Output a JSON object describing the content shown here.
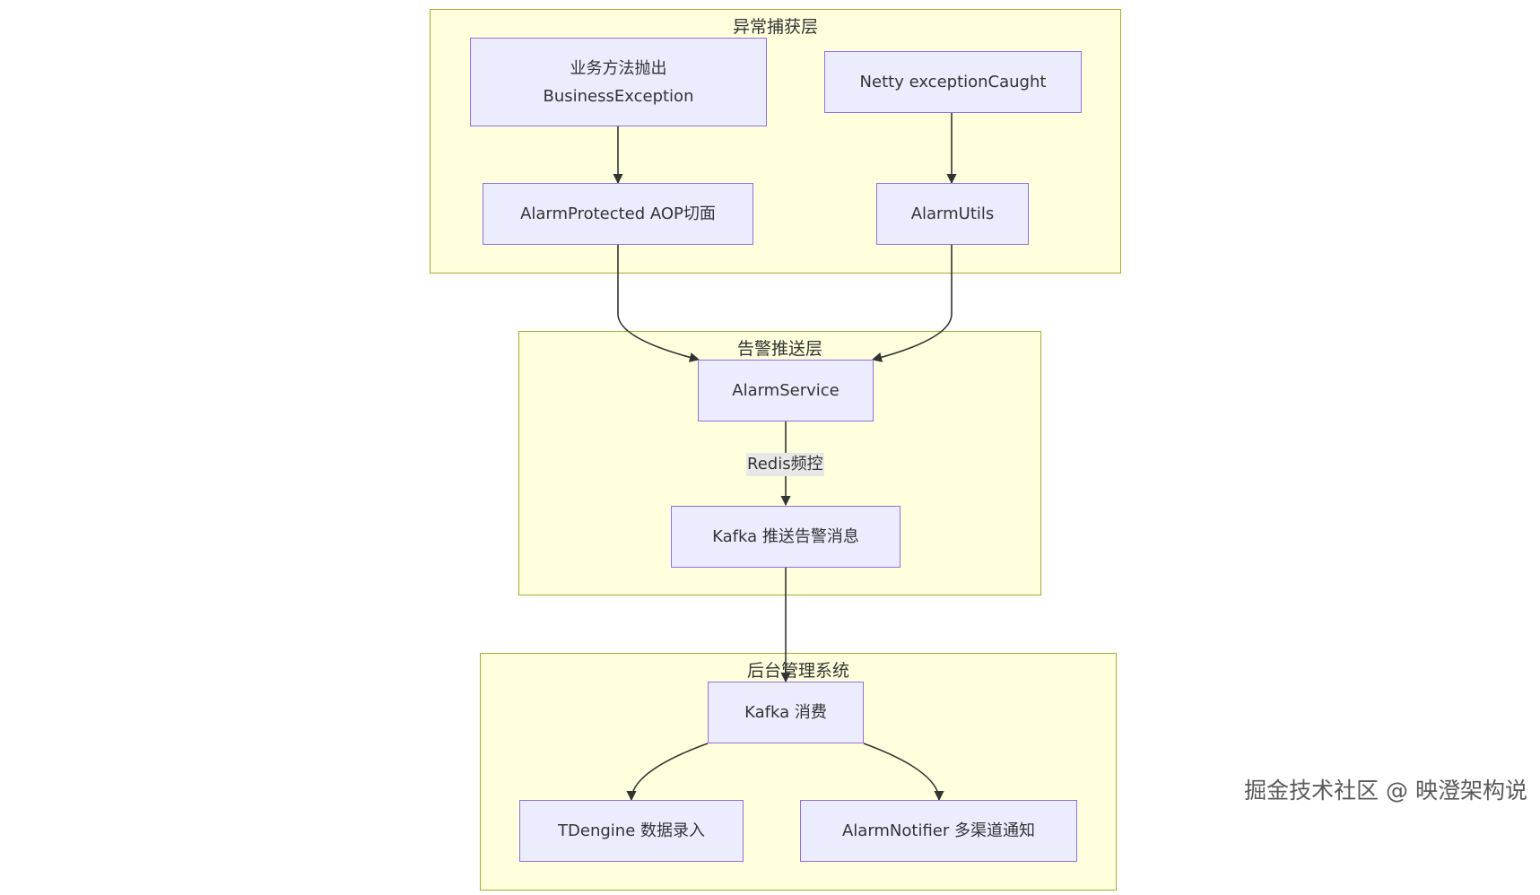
{
  "clusters": {
    "capture": {
      "title": "异常捕获层"
    },
    "push": {
      "title": "告警推送层"
    },
    "backend": {
      "title": "后台管理系统"
    }
  },
  "nodes": {
    "business_exception": {
      "line1": "业务方法抛出",
      "line2": "BusinessException"
    },
    "netty_exception": {
      "label": "Netty exceptionCaught"
    },
    "alarm_aop": {
      "label": "AlarmProtected AOP切面"
    },
    "alarm_utils": {
      "label": "AlarmUtils"
    },
    "alarm_service": {
      "label": "AlarmService"
    },
    "kafka_push": {
      "label": "Kafka 推送告警消息"
    },
    "kafka_consume": {
      "label": "Kafka 消费"
    },
    "tdengine": {
      "label": "TDengine 数据录入"
    },
    "alarm_notifier": {
      "label": "AlarmNotifier 多渠道通知"
    }
  },
  "edges": {
    "redis_label": "Redis频控"
  },
  "watermark": "掘金技术社区 @ 映澄架构说",
  "colors": {
    "cluster_fill": "#ffffde",
    "cluster_border": "#aaaa33",
    "node_fill": "#ececff",
    "node_border": "#9370db",
    "edge": "#333333",
    "edge_label_bg": "#e8e8e8"
  }
}
